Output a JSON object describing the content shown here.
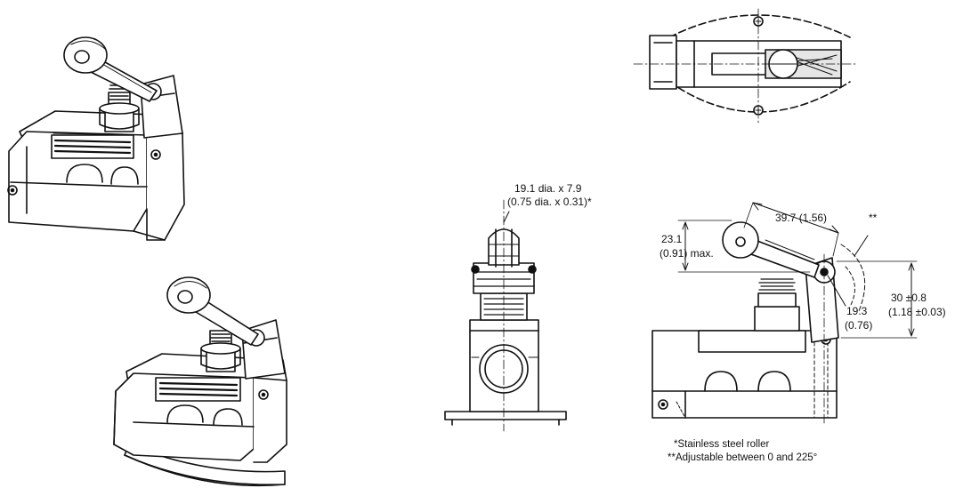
{
  "colors": {
    "ink": "#111111",
    "background": "#ffffff",
    "shade": "#d9d9d9"
  },
  "callouts": {
    "roller_size": "19.1 dia. x 7.9",
    "roller_size_in": "(0.75 dia. x 0.31)*",
    "arm_length": "39.7 (1.56)",
    "adjust_mark": "**",
    "height_max": "23.1",
    "height_max_in": "(0.91) max.",
    "operating_position": "30 ±0.8",
    "operating_position_in": "(1.18 ±0.03)",
    "roller_offset": "19.3",
    "roller_offset_in": "(0.76)"
  },
  "footnotes": {
    "stainless": "*Stainless steel roller",
    "adjustable": "**Adjustable between 0 and 225°"
  }
}
